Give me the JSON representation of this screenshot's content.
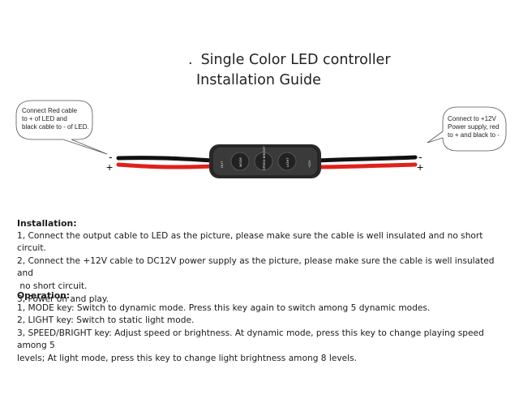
{
  "title": {
    "bullet": ".",
    "line1": "Single Color LED controller",
    "line2": "Installation Guide"
  },
  "callouts": {
    "left": [
      "Connect Red cable",
      "to + of LED and",
      "black cable to - of LED."
    ],
    "right": [
      "Connect to +12V",
      "Power supply, red",
      "to + and black to -"
    ]
  },
  "controller": {
    "out_label": "OUT",
    "keys": [
      "MODE",
      "SPEED BRIGHT",
      "LIGHT"
    ],
    "in_label": "+12V"
  },
  "signs": {
    "minus": "-",
    "plus": "+"
  },
  "colors": {
    "red_wire": "#e0201c",
    "black_wire": "#111111",
    "controller_body": "#2a2a2a"
  },
  "installation": {
    "heading": "Installation:",
    "lines": [
      "1, Connect the output cable to LED as the picture, please make sure the cable is well insulated and no short circuit.",
      "2, Connect the +12V cable to DC12V power supply as the picture, please make sure the cable is well insulated and",
      " no short circuit.",
      "3, Power on and play."
    ]
  },
  "operation": {
    "heading": "Operation:",
    "lines": [
      "1, MODE key: Switch to dynamic mode. Press this key again to switch among 5 dynamic modes.",
      "2, LIGHT key: Switch to static light mode.",
      "3, SPEED/BRIGHT key: Adjust speed or brightness. At dynamic mode, press this key to change playing speed among 5",
      "levels; At light mode, press this key to change light brightness among 8 levels."
    ]
  }
}
